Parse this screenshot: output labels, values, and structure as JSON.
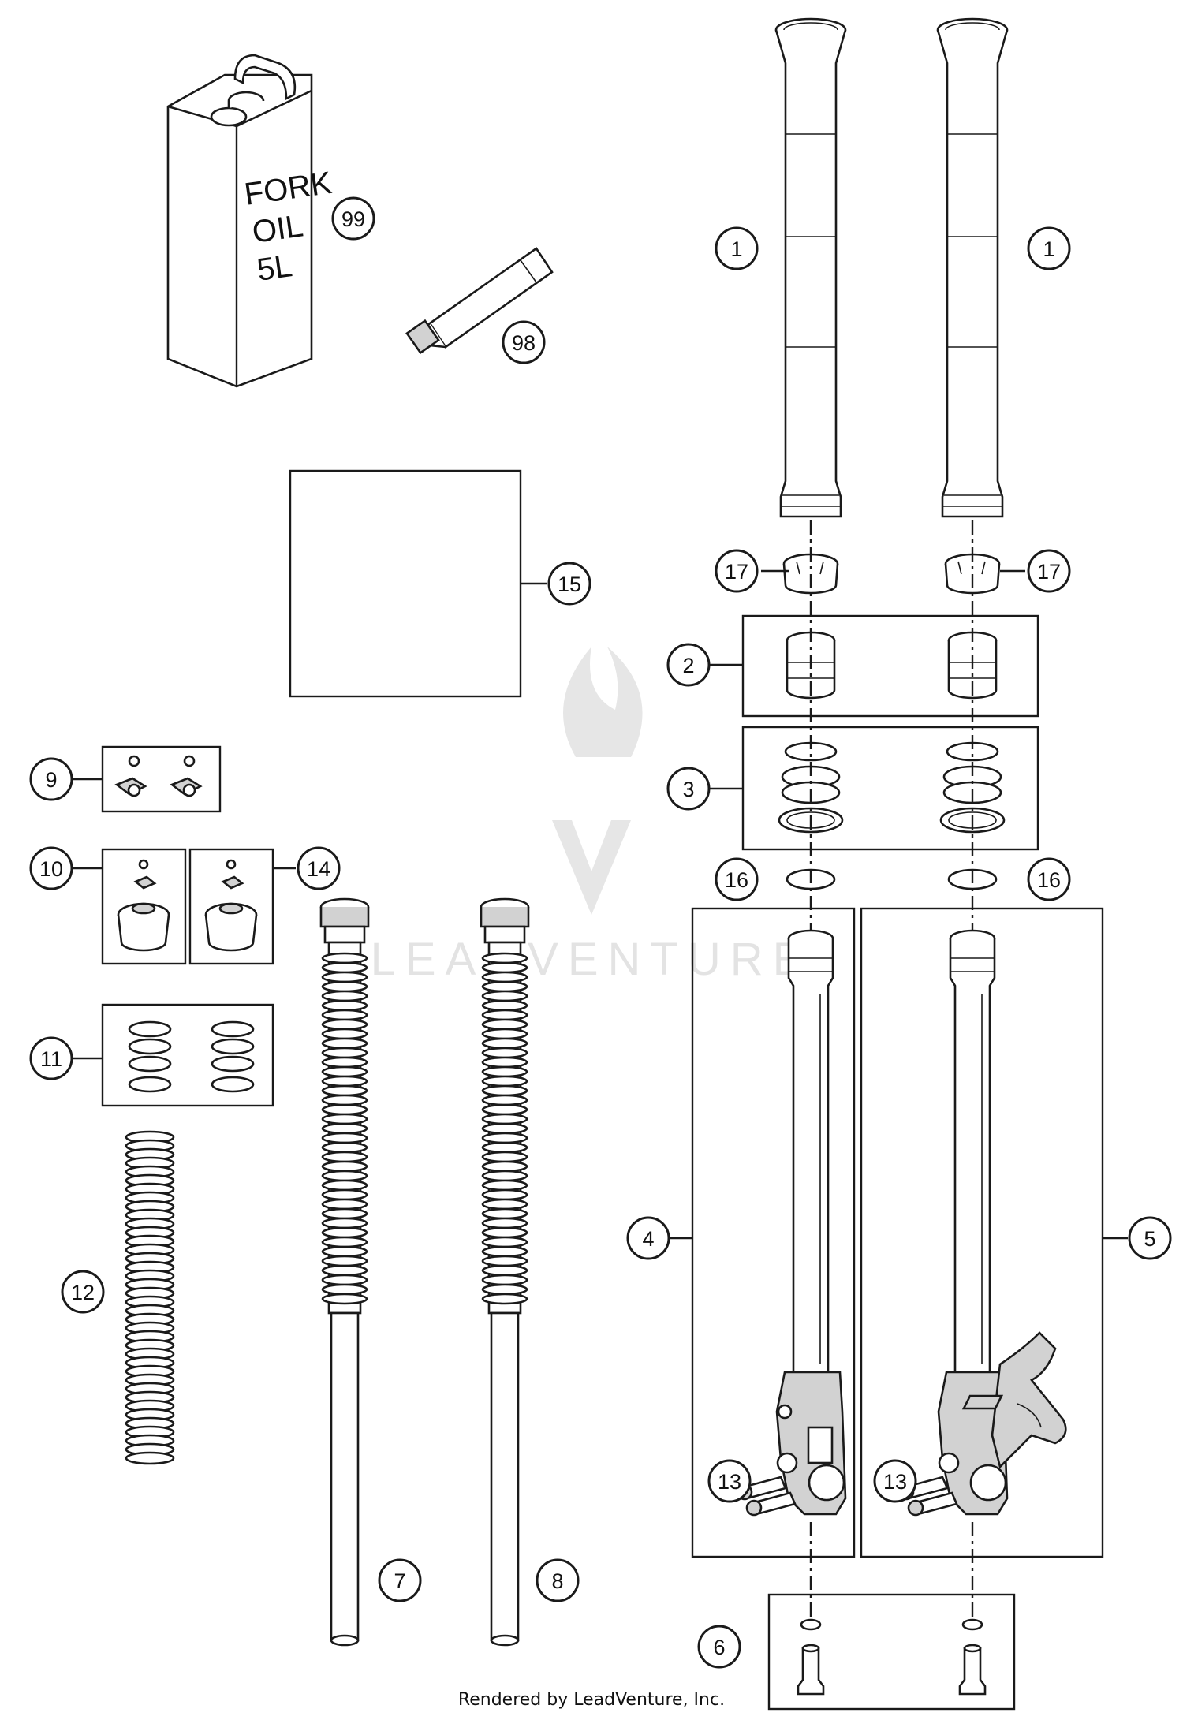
{
  "diagram": {
    "callouts": [
      {
        "id": "c99",
        "label": "99"
      },
      {
        "id": "c98",
        "label": "98"
      },
      {
        "id": "c1a",
        "label": "1"
      },
      {
        "id": "c1b",
        "label": "1"
      },
      {
        "id": "c15",
        "label": "15"
      },
      {
        "id": "c17a",
        "label": "17"
      },
      {
        "id": "c17b",
        "label": "17"
      },
      {
        "id": "c2",
        "label": "2"
      },
      {
        "id": "c3",
        "label": "3"
      },
      {
        "id": "c9",
        "label": "9"
      },
      {
        "id": "c10",
        "label": "10"
      },
      {
        "id": "c14",
        "label": "14"
      },
      {
        "id": "c16a",
        "label": "16"
      },
      {
        "id": "c16b",
        "label": "16"
      },
      {
        "id": "c11",
        "label": "11"
      },
      {
        "id": "c12",
        "label": "12"
      },
      {
        "id": "c4",
        "label": "4"
      },
      {
        "id": "c5",
        "label": "5"
      },
      {
        "id": "c13a",
        "label": "13"
      },
      {
        "id": "c13b",
        "label": "13"
      },
      {
        "id": "c7",
        "label": "7"
      },
      {
        "id": "c8",
        "label": "8"
      },
      {
        "id": "c6",
        "label": "6"
      }
    ],
    "can_label": {
      "line1": "FORK",
      "line2": "OIL",
      "line3": "5L"
    },
    "watermark": "LEADVENTURE",
    "footer": "Rendered by LeadVenture, Inc."
  }
}
